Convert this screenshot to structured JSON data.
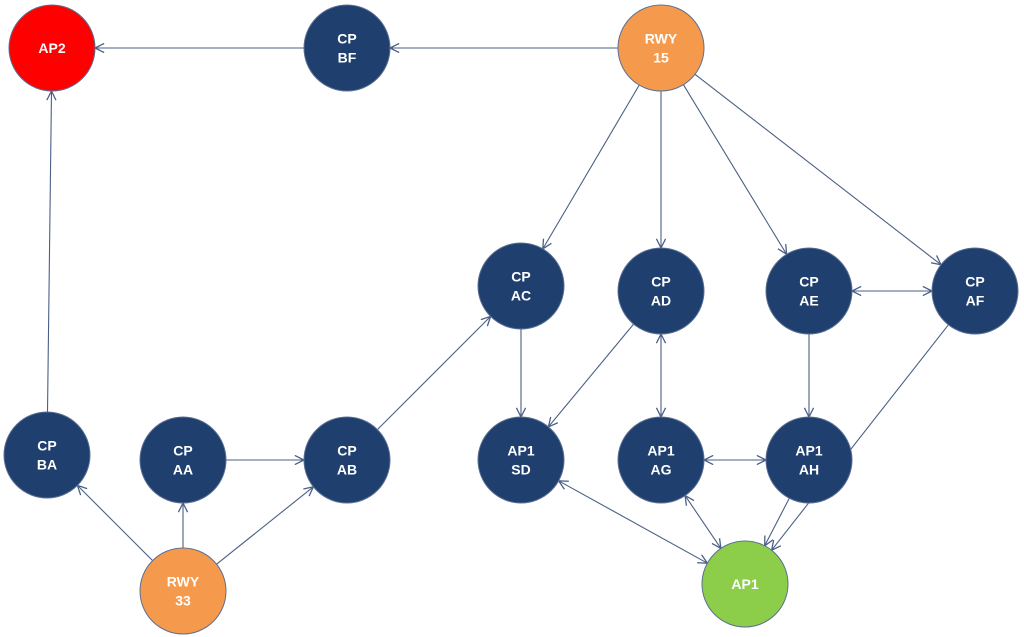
{
  "colors": {
    "checkpoint": "#1f3f6e",
    "runway": "#f59a4c",
    "ap2": "#ff0000",
    "ap1": "#8ccd4a",
    "edge": "#4a5f86",
    "stroke": "#5b6f94"
  },
  "nodes": [
    {
      "id": "AP2",
      "lines": [
        "AP2"
      ],
      "kind": "ap2"
    },
    {
      "id": "CPBF",
      "lines": [
        "CP",
        "BF"
      ],
      "kind": "checkpoint"
    },
    {
      "id": "RWY15",
      "lines": [
        "RWY",
        "15"
      ],
      "kind": "runway"
    },
    {
      "id": "CPAC",
      "lines": [
        "CP",
        "AC"
      ],
      "kind": "checkpoint"
    },
    {
      "id": "CPAD",
      "lines": [
        "CP",
        "AD"
      ],
      "kind": "checkpoint"
    },
    {
      "id": "CPAE",
      "lines": [
        "CP",
        "AE"
      ],
      "kind": "checkpoint"
    },
    {
      "id": "CPAF",
      "lines": [
        "CP",
        "AF"
      ],
      "kind": "checkpoint"
    },
    {
      "id": "CPBA",
      "lines": [
        "CP",
        "BA"
      ],
      "kind": "checkpoint"
    },
    {
      "id": "CPAA",
      "lines": [
        "CP",
        "AA"
      ],
      "kind": "checkpoint"
    },
    {
      "id": "CPAB",
      "lines": [
        "CP",
        "AB"
      ],
      "kind": "checkpoint"
    },
    {
      "id": "AP1SD",
      "lines": [
        "AP1",
        "SD"
      ],
      "kind": "checkpoint"
    },
    {
      "id": "AP1AG",
      "lines": [
        "AP1",
        "AG"
      ],
      "kind": "checkpoint"
    },
    {
      "id": "AP1AH",
      "lines": [
        "AP1",
        "AH"
      ],
      "kind": "checkpoint"
    },
    {
      "id": "RWY33",
      "lines": [
        "RWY",
        "33"
      ],
      "kind": "runway"
    },
    {
      "id": "AP1",
      "lines": [
        "AP1"
      ],
      "kind": "ap1"
    }
  ],
  "edges": [
    {
      "from": "CPBF",
      "to": "AP2"
    },
    {
      "from": "RWY15",
      "to": "CPBF"
    },
    {
      "from": "RWY15",
      "to": "CPAC"
    },
    {
      "from": "RWY15",
      "to": "CPAD"
    },
    {
      "from": "RWY15",
      "to": "CPAE"
    },
    {
      "from": "RWY15",
      "to": "CPAF"
    },
    {
      "from": "CPBA",
      "to": "AP2"
    },
    {
      "from": "RWY33",
      "to": "CPBA"
    },
    {
      "from": "RWY33",
      "to": "CPAA"
    },
    {
      "from": "RWY33",
      "to": "CPAB"
    },
    {
      "from": "CPAA",
      "to": "CPAB"
    },
    {
      "from": "CPAB",
      "to": "CPAC"
    },
    {
      "from": "CPAC",
      "to": "AP1SD"
    },
    {
      "from": "CPAD",
      "to": "AP1SD"
    },
    {
      "from": "CPAD",
      "to": "AP1AG",
      "bidirectional": true
    },
    {
      "from": "CPAE",
      "to": "CPAF",
      "bidirectional": true
    },
    {
      "from": "CPAE",
      "to": "AP1AH"
    },
    {
      "from": "AP1AG",
      "to": "AP1AH",
      "bidirectional": true
    },
    {
      "from": "AP1SD",
      "to": "AP1",
      "bidirectional": true
    },
    {
      "from": "AP1AG",
      "to": "AP1",
      "bidirectional": true
    },
    {
      "from": "AP1AH",
      "to": "AP1"
    },
    {
      "from": "CPAF",
      "to": "AP1"
    }
  ]
}
